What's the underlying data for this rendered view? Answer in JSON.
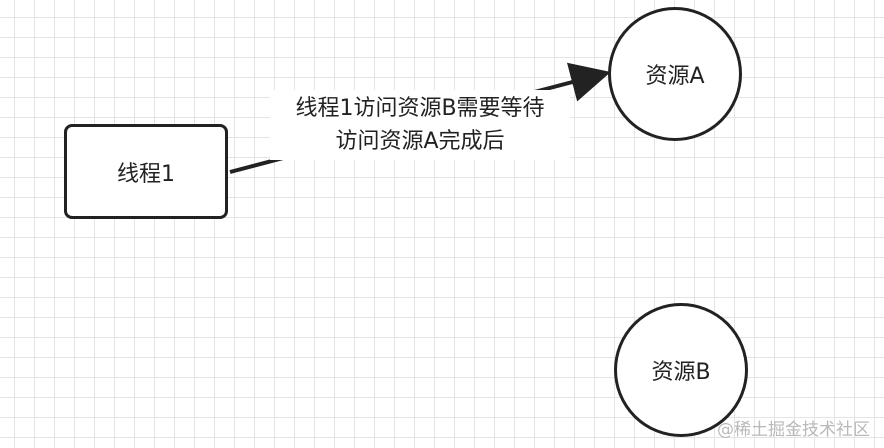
{
  "nodes": {
    "thread1": {
      "label": "线程1"
    },
    "resource_a": {
      "label": "资源A"
    },
    "resource_b": {
      "label": "资源B"
    }
  },
  "edges": [
    {
      "from": "thread1",
      "to": "resource_a",
      "label_lines": [
        "线程1访问资源B需要等待",
        "访问资源A完成后"
      ]
    }
  ],
  "watermark": "@稀土掘金技术社区",
  "colors": {
    "stroke": "#222222",
    "grid": "#e4e4e4",
    "watermark": "#b9b9b9"
  }
}
